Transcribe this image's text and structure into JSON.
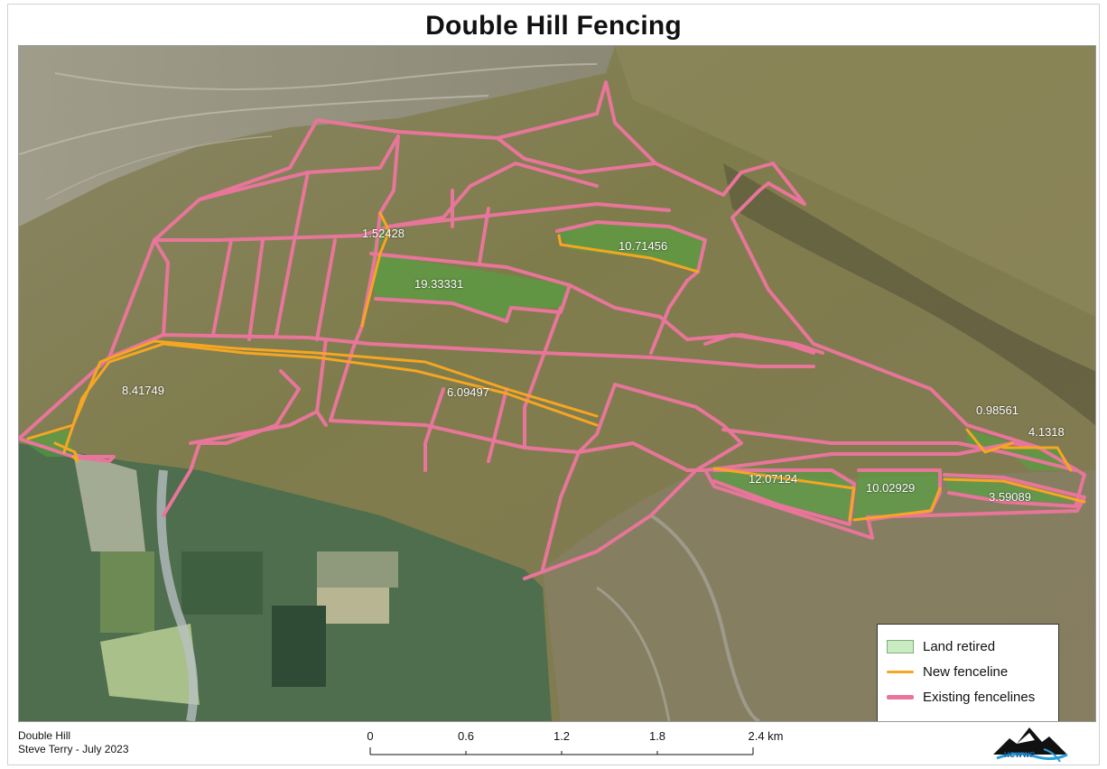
{
  "title": "Double Hill Fencing",
  "areas": [
    {
      "id": "a1",
      "label": "1.52428"
    },
    {
      "id": "a2",
      "label": "10.71456"
    },
    {
      "id": "a3",
      "label": "19.33331"
    },
    {
      "id": "a4",
      "label": "8.41749"
    },
    {
      "id": "a5",
      "label": "6.09497"
    },
    {
      "id": "a6",
      "label": "0.98561"
    },
    {
      "id": "a7",
      "label": "4.1318"
    },
    {
      "id": "a8",
      "label": "12.07124"
    },
    {
      "id": "a9",
      "label": "10.02929"
    },
    {
      "id": "a10",
      "label": "3.59089"
    }
  ],
  "legend": {
    "land_retired": "Land retired",
    "new_fenceline": "New fenceline",
    "existing_fencelines": "Existing fencelines"
  },
  "footer": {
    "line1": "Double Hill",
    "line2": "Steve Terry - July 2023"
  },
  "scale": {
    "ticks": [
      "0",
      "0.6",
      "1.2",
      "1.8",
      "2.4 km"
    ]
  },
  "logo": {
    "text": "HCWWP"
  },
  "colors": {
    "existing_fence": "#e8759a",
    "new_fence": "#f5a623",
    "retired_fill": "#4caa3c",
    "legend_fill": "#c9ecc2"
  }
}
